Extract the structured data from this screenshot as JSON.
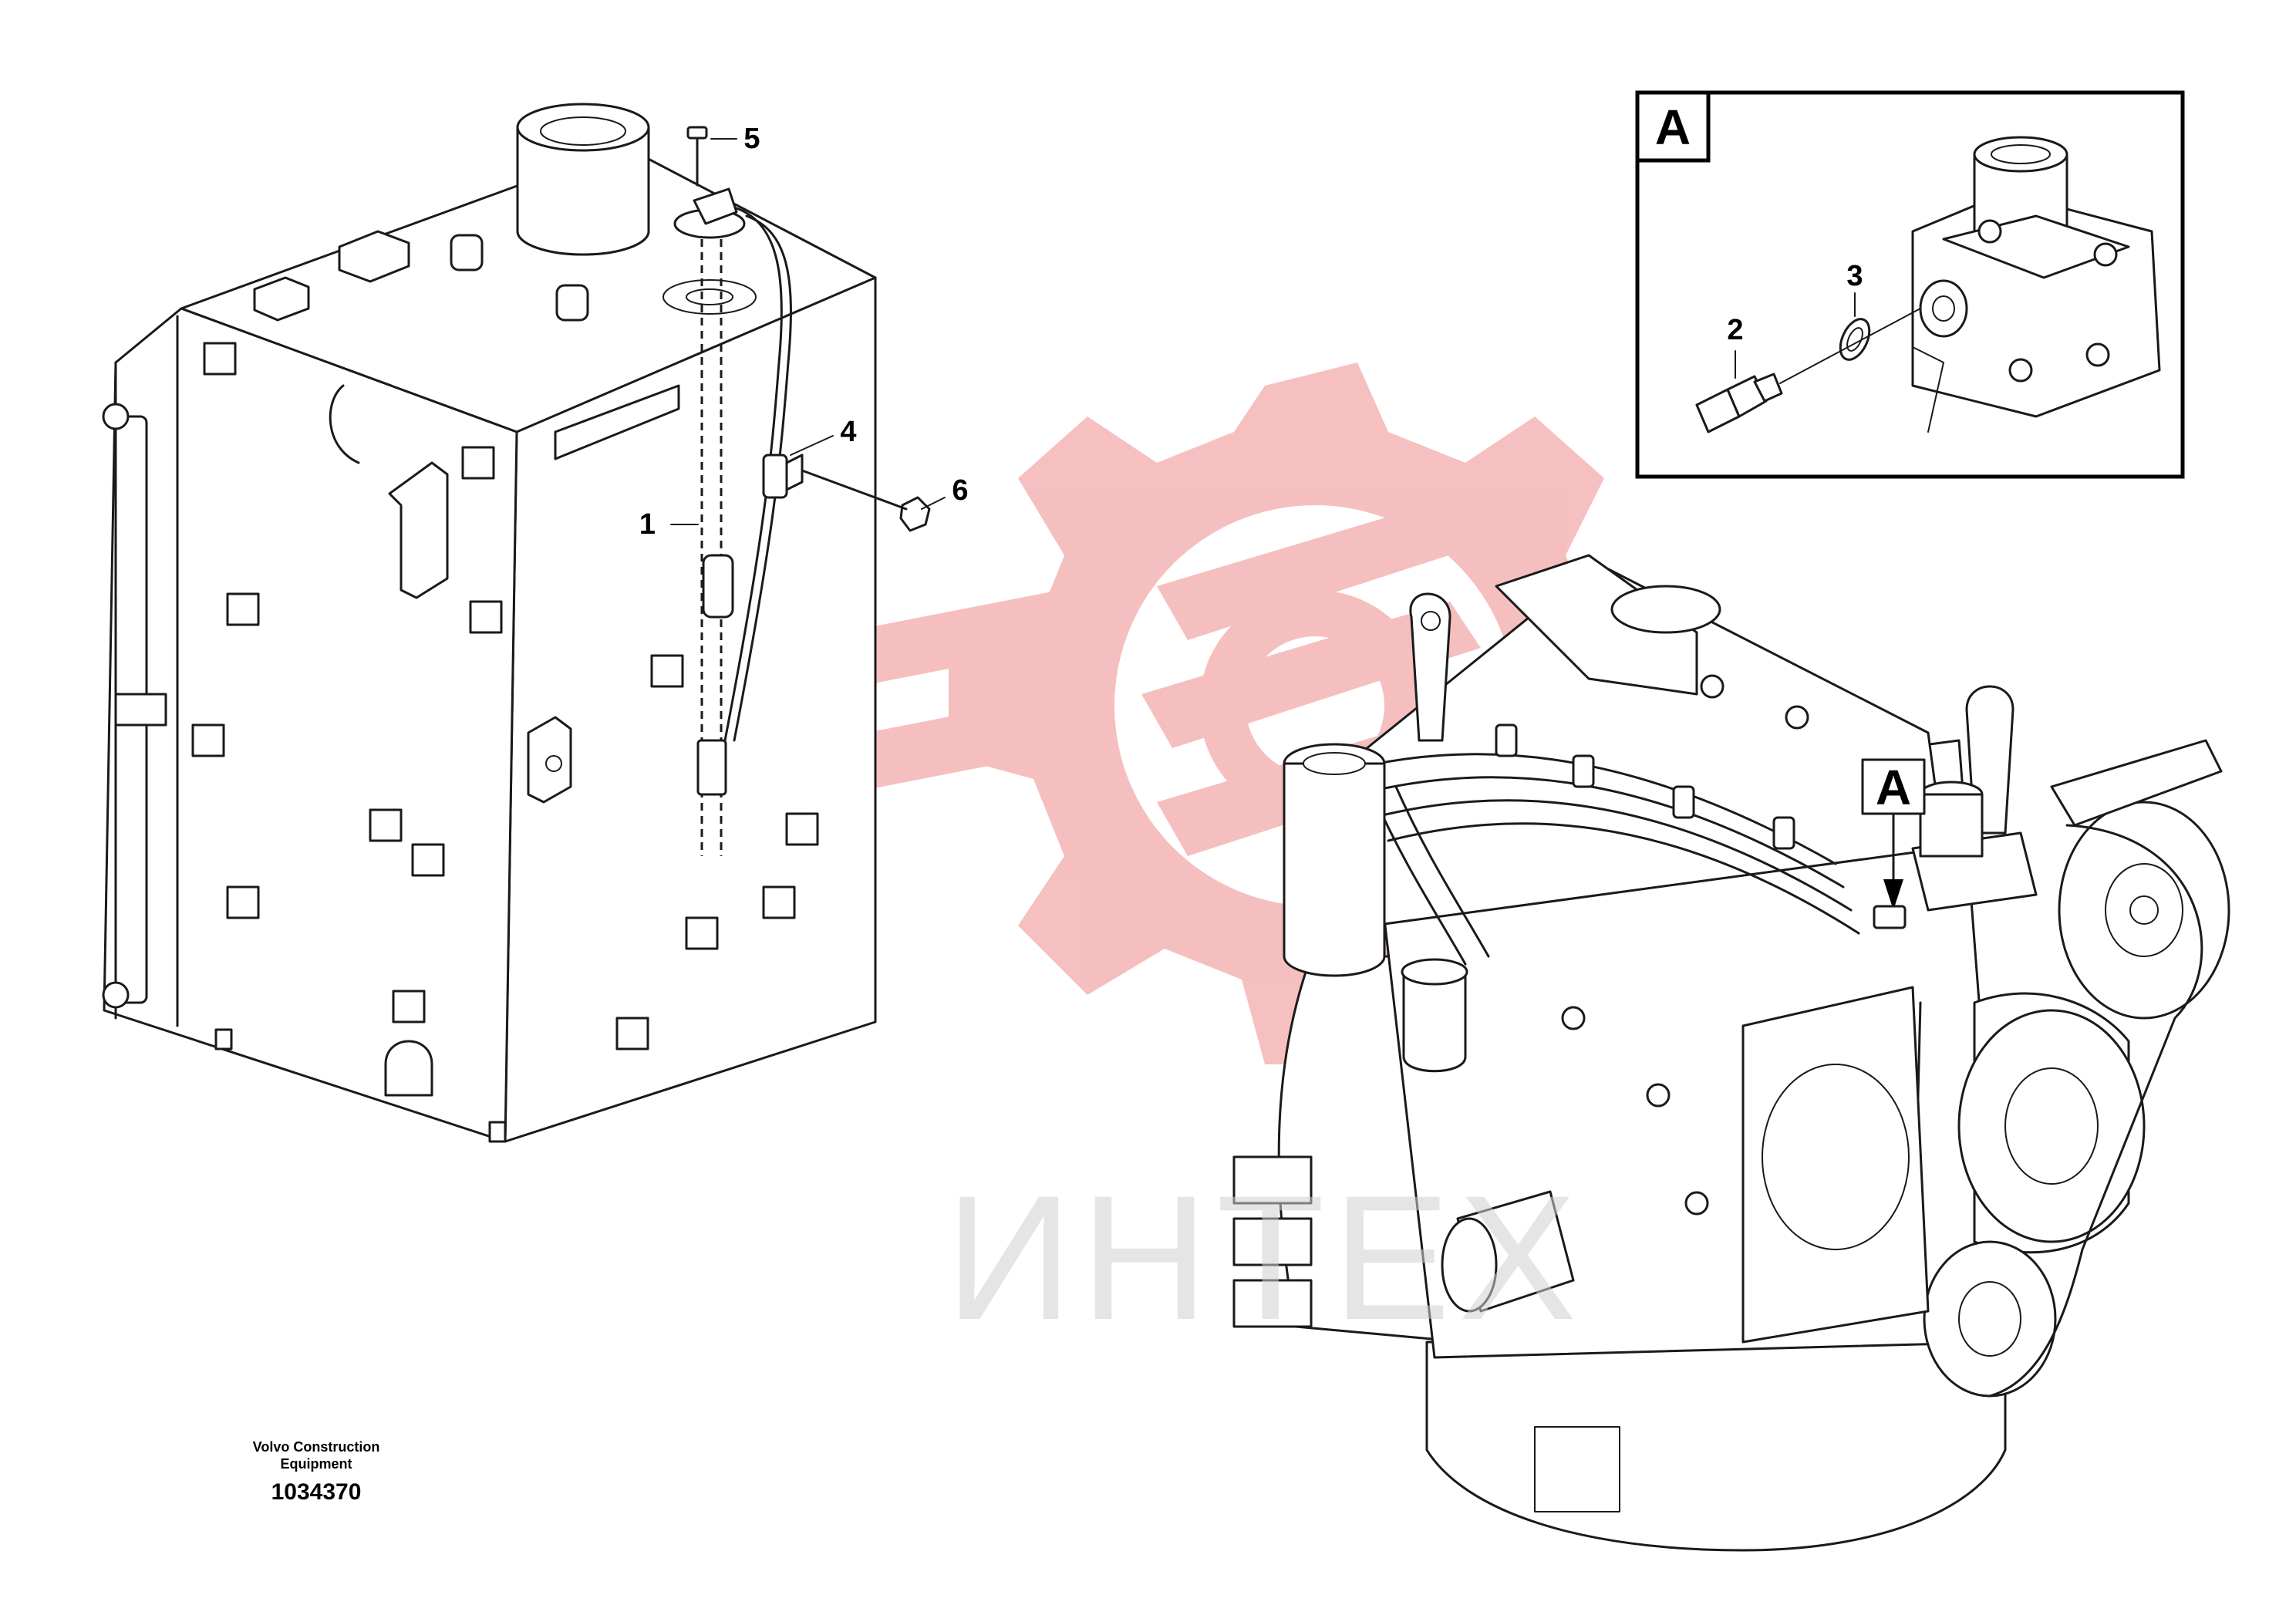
{
  "callouts": {
    "c1": "1",
    "c2": "2",
    "c3": "3",
    "c4": "4",
    "c5": "5",
    "c6": "6"
  },
  "detail": {
    "box_letter": "A",
    "engine_marker_letter": "A"
  },
  "watermark": {
    "text": "ИНТЕХ",
    "logo_color": "#f5b5b5",
    "text_color": "#dcdcdc"
  },
  "caption": {
    "line1": "Volvo Construction",
    "line2": "Equipment",
    "drawing_number": "1034370"
  }
}
